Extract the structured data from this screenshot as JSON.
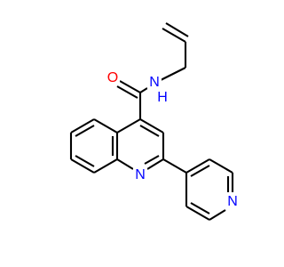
{
  "molecule": {
    "atoms": {
      "O1": {
        "symbol": "O",
        "color": "#ff0000"
      },
      "N_amide": {
        "symbol": "N",
        "color": "#0000ff"
      },
      "H_amide": {
        "symbol": "H",
        "color": "#0000ff"
      },
      "N_quinoline": {
        "symbol": "N",
        "color": "#0000ff"
      },
      "N_pyridine": {
        "symbol": "N",
        "color": "#0000ff"
      }
    },
    "bond_color": "#000000"
  }
}
